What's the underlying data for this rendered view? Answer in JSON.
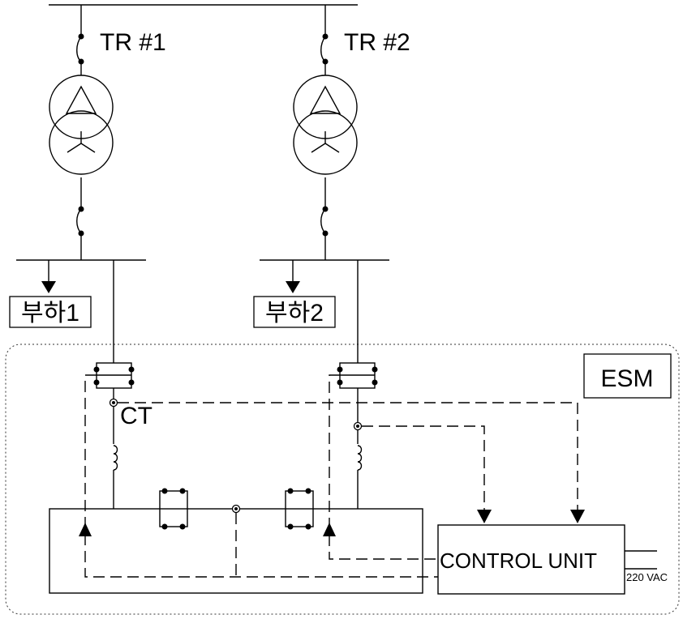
{
  "transformers": [
    {
      "label": "TR #1"
    },
    {
      "label": "TR #2"
    }
  ],
  "loads": [
    {
      "label": "부하1"
    },
    {
      "label": "부하2"
    }
  ],
  "esm_label": "ESM",
  "ct_label": "CT",
  "control_unit_label": "CONTROL  UNIT",
  "supply_label": "220 VAC"
}
